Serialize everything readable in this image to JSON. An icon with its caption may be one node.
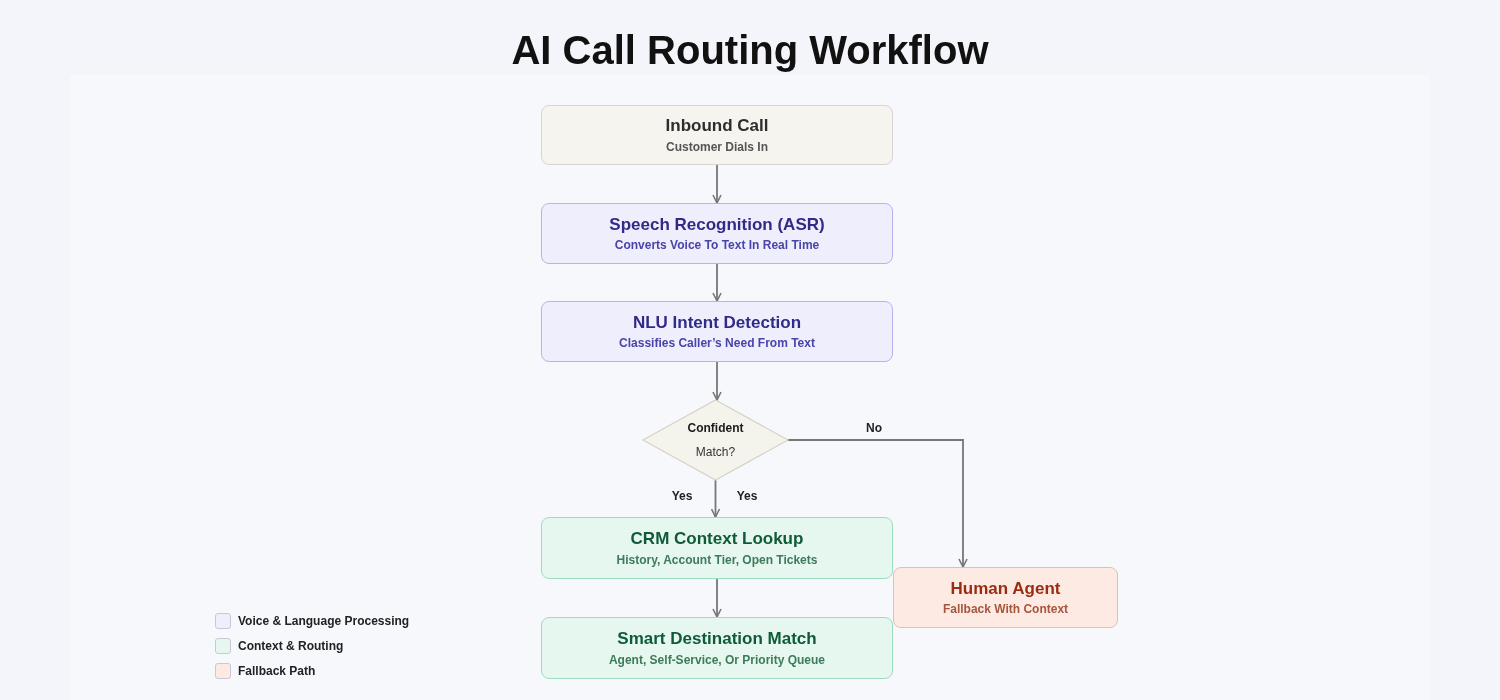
{
  "diagram": {
    "title": "AI Call Routing Workflow",
    "nodes": [
      {
        "text": [
          "Inbound Call",
          "Customer Dials In"
        ]
      },
      {
        "text": [
          "Speech Recognition (ASR)",
          "Converts Voice To Text In Real Time"
        ]
      },
      {
        "text": [
          "NLU Intent Detection",
          "Classifies Caller’s Need From Text"
        ]
      },
      {
        "text": [
          "Confident",
          "Match?"
        ]
      },
      {
        "text": [
          "CRM Context Lookup",
          "History, Account Tier, Open Tickets"
        ]
      },
      {
        "text": [
          "Smart Destination Match",
          "Agent, Self-Service, Or Priority Queue"
        ]
      },
      {
        "text": [
          "Human Agent",
          "Fallback With Context"
        ]
      }
    ],
    "edges": [
      {
        "from": 0,
        "to": 1,
        "arrow": "to"
      },
      {
        "from": 1,
        "to": 2,
        "arrow": "to"
      },
      {
        "from": 2,
        "to": 3,
        "arrow": "to"
      },
      {
        "from": 3,
        "to": 4,
        "arrow": "to",
        "label": "Yes"
      },
      {
        "from": 3,
        "to": 6,
        "arrow": "to",
        "label": "No"
      },
      {
        "from": 4,
        "to": 5,
        "arrow": "to"
      }
    ],
    "labels": [
      "Yes"
    ],
    "legend": [
      {
        "text": "Voice & Language Processing",
        "color": "#eeeefd"
      },
      {
        "text": "Context & Routing",
        "color": "#e5f7ee"
      },
      {
        "text": "Fallback Path",
        "color": "#fdebe3"
      }
    ]
  }
}
